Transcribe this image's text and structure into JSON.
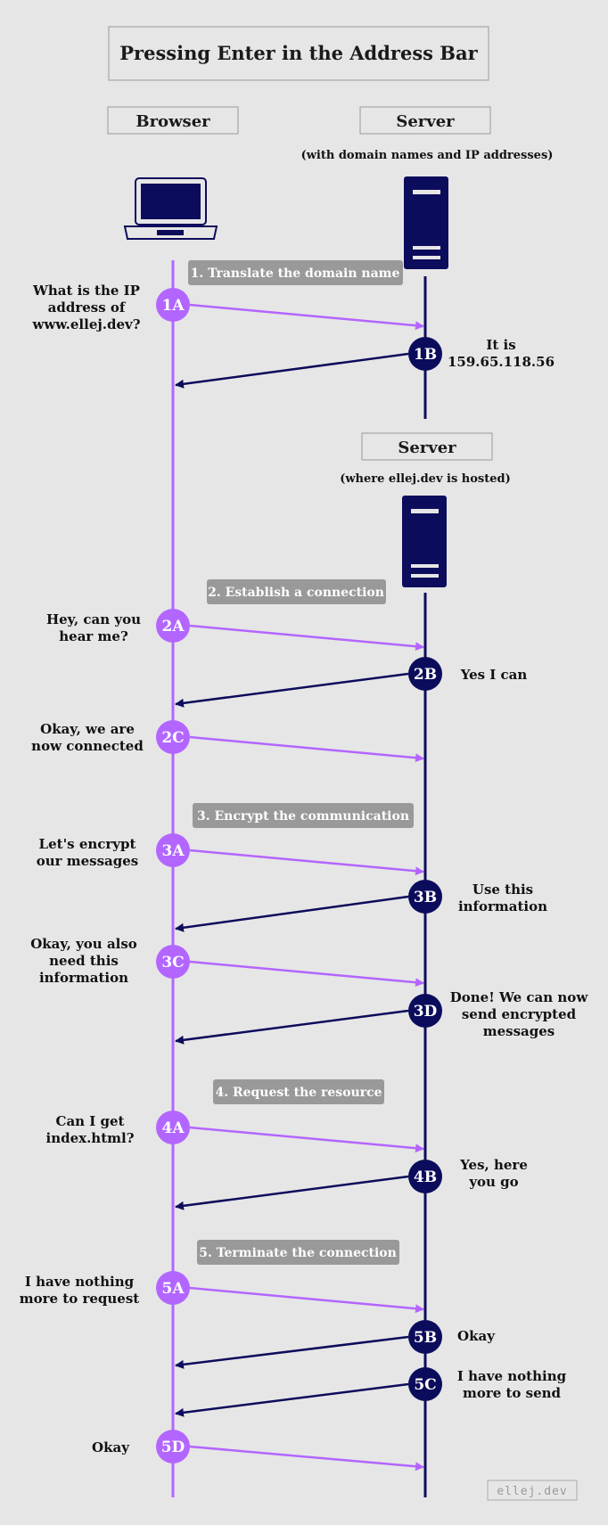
{
  "title": "Pressing Enter in the Address Bar",
  "browser": {
    "label": "Browser"
  },
  "dns_server": {
    "label": "Server",
    "caption": "(with domain names and IP addresses)"
  },
  "web_server": {
    "label": "Server",
    "caption": "(where ellej.dev is hosted)"
  },
  "footer": "ellej.dev",
  "colors": {
    "background": "#e6e6e6",
    "browser": "#b366ff",
    "server": "#0c0c5c",
    "step_label_bg": "#999999"
  },
  "steps": {
    "s1": "1. Translate the domain name",
    "s2": "2. Establish a connection",
    "s3": "3. Encrypt the communication",
    "s4": "4. Request the resource",
    "s5": "5. Terminate the connection"
  },
  "messages": [
    {
      "id": "1A",
      "side": "browser",
      "lines": [
        "What is the IP",
        "address of",
        "www.ellej.dev?"
      ]
    },
    {
      "id": "1B",
      "side": "server",
      "lines": [
        "It is",
        "159.65.118.56"
      ]
    },
    {
      "id": "2A",
      "side": "browser",
      "lines": [
        "Hey, can you",
        "hear me?"
      ]
    },
    {
      "id": "2B",
      "side": "server",
      "lines": [
        "Yes I can"
      ]
    },
    {
      "id": "2C",
      "side": "browser",
      "lines": [
        "Okay, we are",
        "now connected"
      ]
    },
    {
      "id": "3A",
      "side": "browser",
      "lines": [
        "Let's encrypt",
        "our messages"
      ]
    },
    {
      "id": "3B",
      "side": "server",
      "lines": [
        "Use this",
        "information"
      ]
    },
    {
      "id": "3C",
      "side": "browser",
      "lines": [
        "Okay, you also",
        "need this",
        "information"
      ]
    },
    {
      "id": "3D",
      "side": "server",
      "lines": [
        "Done! We can now",
        "send encrypted",
        "messages"
      ]
    },
    {
      "id": "4A",
      "side": "browser",
      "lines": [
        "Can I get",
        "index.html?"
      ]
    },
    {
      "id": "4B",
      "side": "server",
      "lines": [
        "Yes, here",
        "you go"
      ]
    },
    {
      "id": "5A",
      "side": "browser",
      "lines": [
        "I have nothing",
        "more to request"
      ]
    },
    {
      "id": "5B",
      "side": "server",
      "lines": [
        "Okay"
      ]
    },
    {
      "id": "5C",
      "side": "server",
      "lines": [
        "I have nothing",
        "more to send"
      ]
    },
    {
      "id": "5D",
      "side": "browser",
      "lines": [
        "Okay"
      ]
    }
  ]
}
